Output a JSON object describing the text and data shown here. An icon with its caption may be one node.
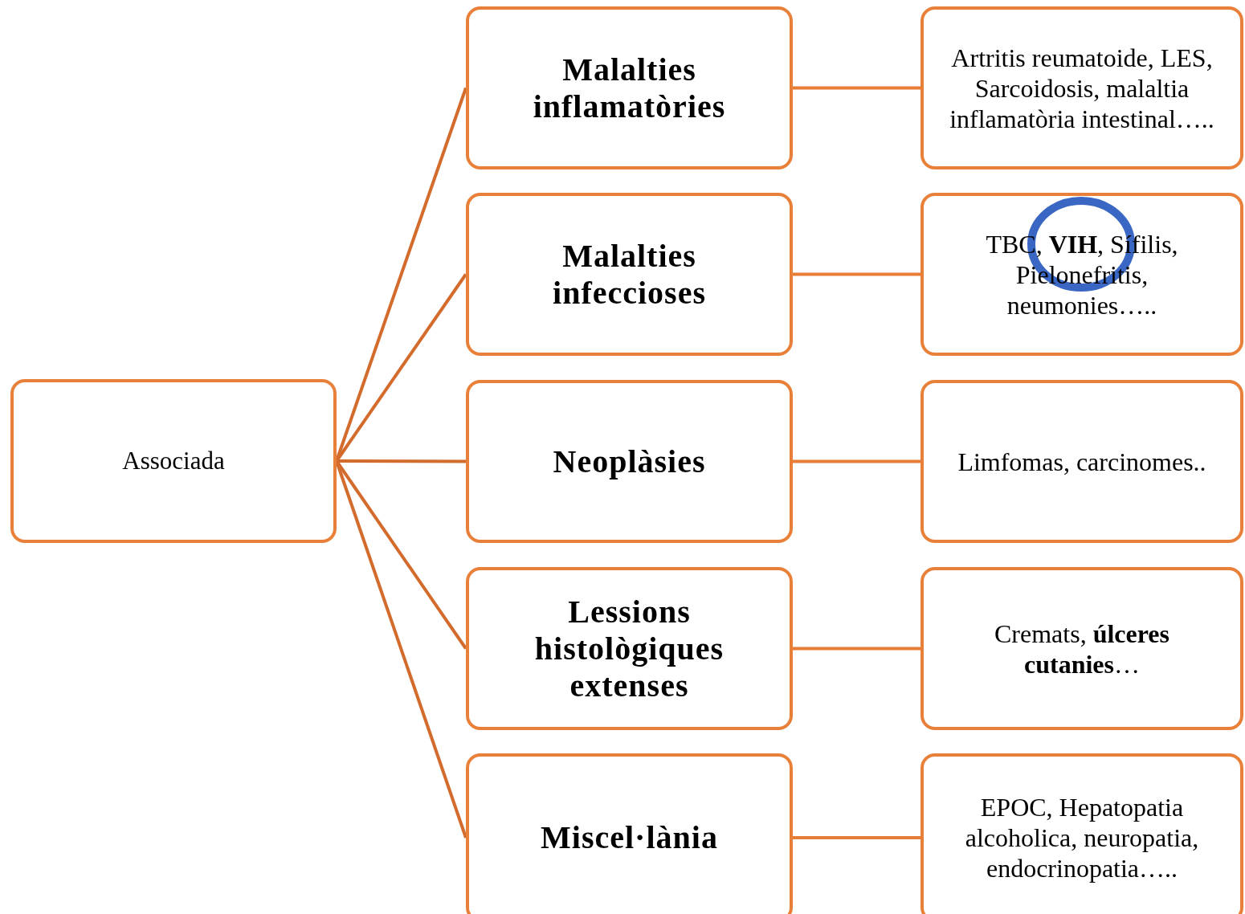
{
  "diagram": {
    "nodes": [
      {
        "text": [
          "Associada"
        ]
      },
      {
        "text": [
          "Malalties inflamatòries"
        ]
      },
      {
        "text": [
          "Artritis reumatoide, LES, Sarcoidosis, malaltia inflamatòria intestinal….."
        ]
      },
      {
        "text": [
          "Malalties infeccioses"
        ]
      },
      {
        "text": [
          "TBC, **VIH**, Sífilis, Pielonefritis, neumonies….."
        ]
      },
      {
        "text": [
          "Neoplàsies"
        ]
      },
      {
        "text": [
          "Limfomas, carcinomes.."
        ]
      },
      {
        "text": [
          "Lessions histològiques extenses"
        ]
      },
      {
        "text": [
          "Cremats, **úlceres cutanies**…"
        ]
      },
      {
        "text": [
          "Miscel·lània"
        ]
      },
      {
        "text": [
          "EPOC, Hepatopatia alcoholica, neuropatia, endocrinopatia….."
        ]
      }
    ],
    "edges": [
      {
        "from": 0,
        "to": 1,
        "arrow": "none"
      },
      {
        "from": 0,
        "to": 3,
        "arrow": "none"
      },
      {
        "from": 0,
        "to": 5,
        "arrow": "none"
      },
      {
        "from": 0,
        "to": 7,
        "arrow": "none"
      },
      {
        "from": 0,
        "to": 9,
        "arrow": "none"
      },
      {
        "from": 1,
        "to": 2,
        "arrow": "none"
      },
      {
        "from": 3,
        "to": 4,
        "arrow": "none"
      },
      {
        "from": 5,
        "to": 6,
        "arrow": "none"
      },
      {
        "from": 7,
        "to": 8,
        "arrow": "none"
      },
      {
        "from": 9,
        "to": 10,
        "arrow": "none"
      }
    ]
  }
}
